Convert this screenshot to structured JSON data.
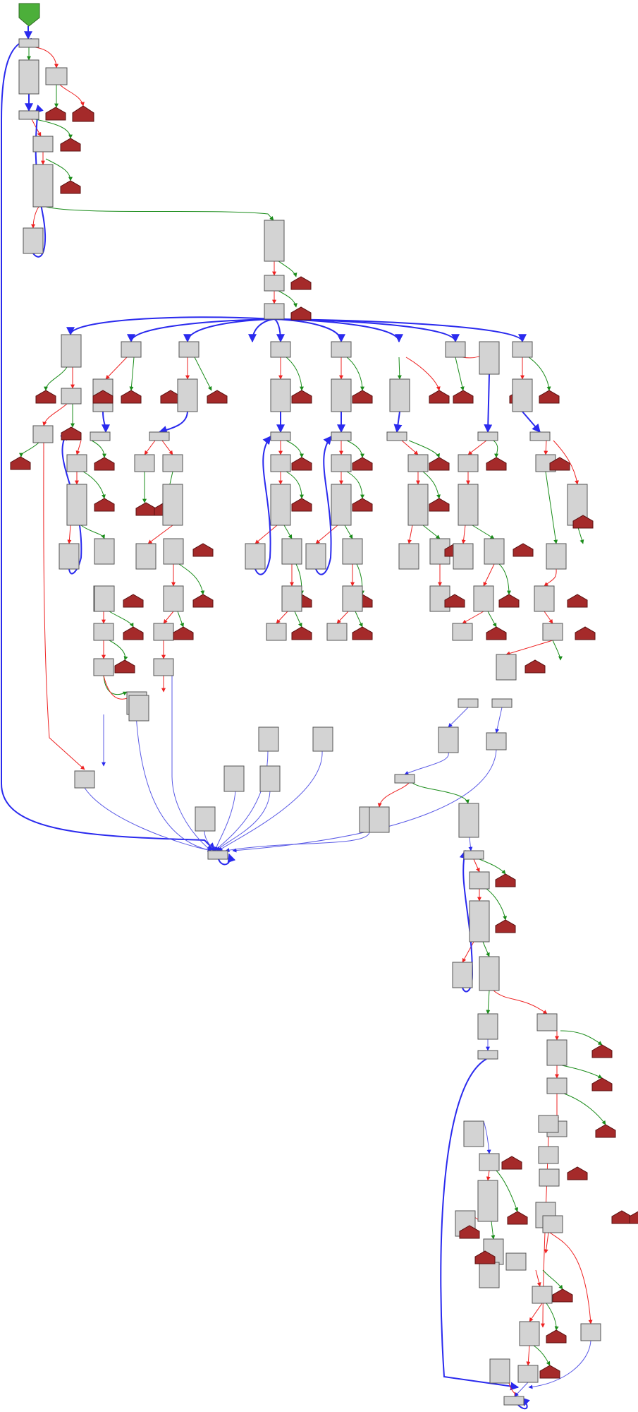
{
  "colors": {
    "entry": "#4caf3a",
    "block": "#d3d3d3",
    "return": "#a52a2a",
    "edge_true": "#1a8c1a",
    "edge_false": "#ee2222",
    "edge_loop": "#2a2aee",
    "edge_flow": "#5a5ae6"
  },
  "node_kinds": [
    "entry",
    "basic-block",
    "return-block"
  ],
  "edge_kinds": [
    "true-branch",
    "false-branch",
    "loop-back",
    "unconditional"
  ]
}
